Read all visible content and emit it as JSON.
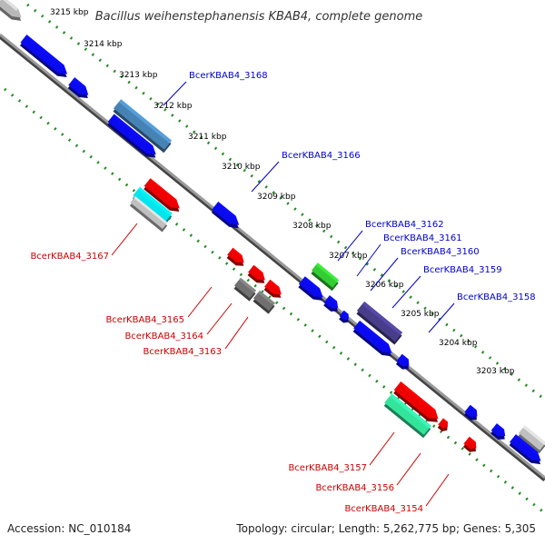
{
  "title": "Bacillus weihenstephanensis KBAB4, complete genome",
  "footer": {
    "accession": "Accession: NC_010184",
    "topology": "Topology: circular; Length: 5,262,775 bp; Genes: 5,305"
  },
  "colors": {
    "forward_label": "#0000cc",
    "reverse_label": "#cc0000",
    "backbone": "#888888",
    "tick_dots": "#228b22"
  },
  "ticks": [
    "3215 kbp",
    "3214 kbp",
    "3213 kbp",
    "3212 kbp",
    "3211 kbp",
    "3210 kbp",
    "3209 kbp",
    "3208 kbp",
    "3207 kbp",
    "3206 kbp",
    "3205 kbp",
    "3204 kbp",
    "3203 kbp"
  ],
  "labels": {
    "bcerkbab4_3168": "BcerKBAB4_3168",
    "bcerkbab4_3166": "BcerKBAB4_3166",
    "bcerkbab4_3162": "BcerKBAB4_3162",
    "bcerkbab4_3161": "BcerKBAB4_3161",
    "bcerkbab4_3160": "BcerKBAB4_3160",
    "bcerkbab4_3159": "BcerKBAB4_3159",
    "bcerkbab4_3158": "BcerKBAB4_3158",
    "bcerkbab4_3167": "BcerKBAB4_3167",
    "bcerkbab4_3165": "BcerKBAB4_3165",
    "bcerkbab4_3164": "BcerKBAB4_3164",
    "bcerkbab4_3163": "BcerKBAB4_3163",
    "bcerkbab4_3157": "BcerKBAB4_3157",
    "bcerkbab4_3156": "BcerKBAB4_3156",
    "bcerkbab4_3154": "BcerKBAB4_3154"
  }
}
